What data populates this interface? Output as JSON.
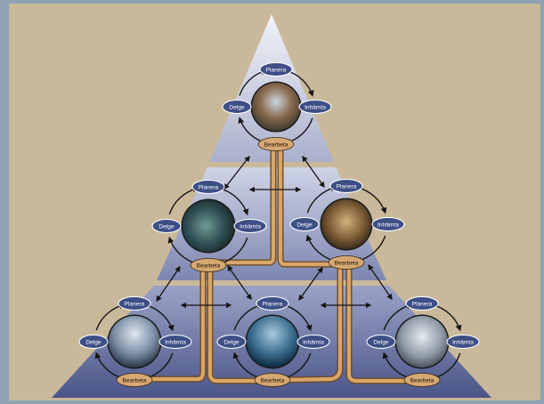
{
  "colors": {
    "frame": "#8fa3b5",
    "background": "#c9b99a",
    "tier_top_light": "#f2f3f8",
    "tier_top_dark": "#aab0cc",
    "tier_mid_light": "#cfd3e6",
    "tier_mid_dark": "#7d86b0",
    "tier_bottom_light": "#9aa3c6",
    "tier_bottom_dark": "#4b5588",
    "separator": "#c9b99a",
    "step_oval_blue": "#3d4f86",
    "step_oval_gold": "#d6a872",
    "connector_gold": "#d9a66a",
    "connector_dark": "#6e4b25",
    "arrow": "#141414"
  },
  "cycle_labels": {
    "plan": "Planera",
    "collect": "Inhämta",
    "process": "Bearbeta",
    "deliver": "Delge"
  },
  "tiers": [
    {
      "id": "top",
      "cycles": [
        {
          "id": "top",
          "photo": "building-photo"
        }
      ]
    },
    {
      "id": "middle",
      "cycles": [
        {
          "id": "mid-left",
          "photo": "operations-room-photo"
        },
        {
          "id": "mid-right",
          "photo": "meeting-photo"
        }
      ]
    },
    {
      "id": "bottom",
      "cycles": [
        {
          "id": "bot-left",
          "photo": "aircraft-photo"
        },
        {
          "id": "bot-mid",
          "photo": "submarine-photo"
        },
        {
          "id": "bot-right",
          "photo": "tank-photo"
        }
      ]
    }
  ]
}
